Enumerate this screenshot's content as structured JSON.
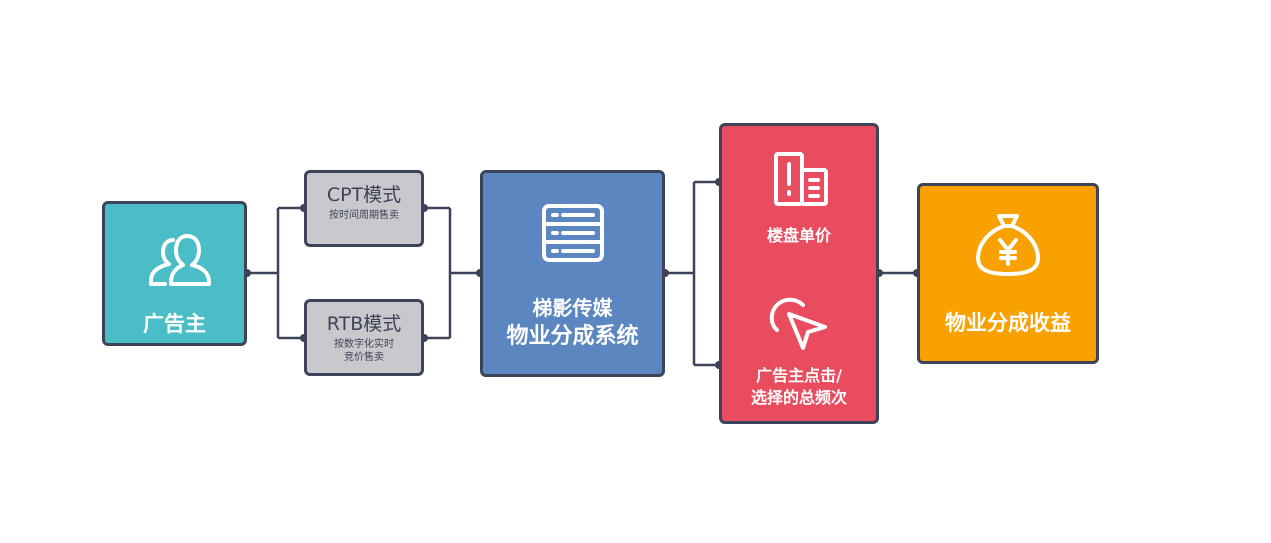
{
  "diagram": {
    "advertiser": {
      "label": "广告主",
      "icon": "users-icon",
      "color": "#4bbdc6"
    },
    "cpt": {
      "label": "CPT模式",
      "sub": "按时间周期售卖",
      "color": "#c9c9cd"
    },
    "rtb": {
      "label": "RTB模式",
      "sub1": "按数字化实时",
      "sub2": "竞价售卖",
      "color": "#c9c9cd"
    },
    "system": {
      "line1": "梯影传媒",
      "line2": "物业分成系统",
      "icon": "server-list-icon",
      "color": "#5b86bf"
    },
    "factors": {
      "unit_price": {
        "label": "楼盘单价",
        "icon": "building-icon"
      },
      "clicks": {
        "line1": "广告主点击/",
        "line2": "选择的总频次",
        "icon": "cursor-click-icon"
      },
      "color": "#e84c5e"
    },
    "revenue": {
      "label": "物业分成收益",
      "icon": "money-bag-yen-icon",
      "color": "#f8a100"
    },
    "connector_color": "#3d4358"
  }
}
